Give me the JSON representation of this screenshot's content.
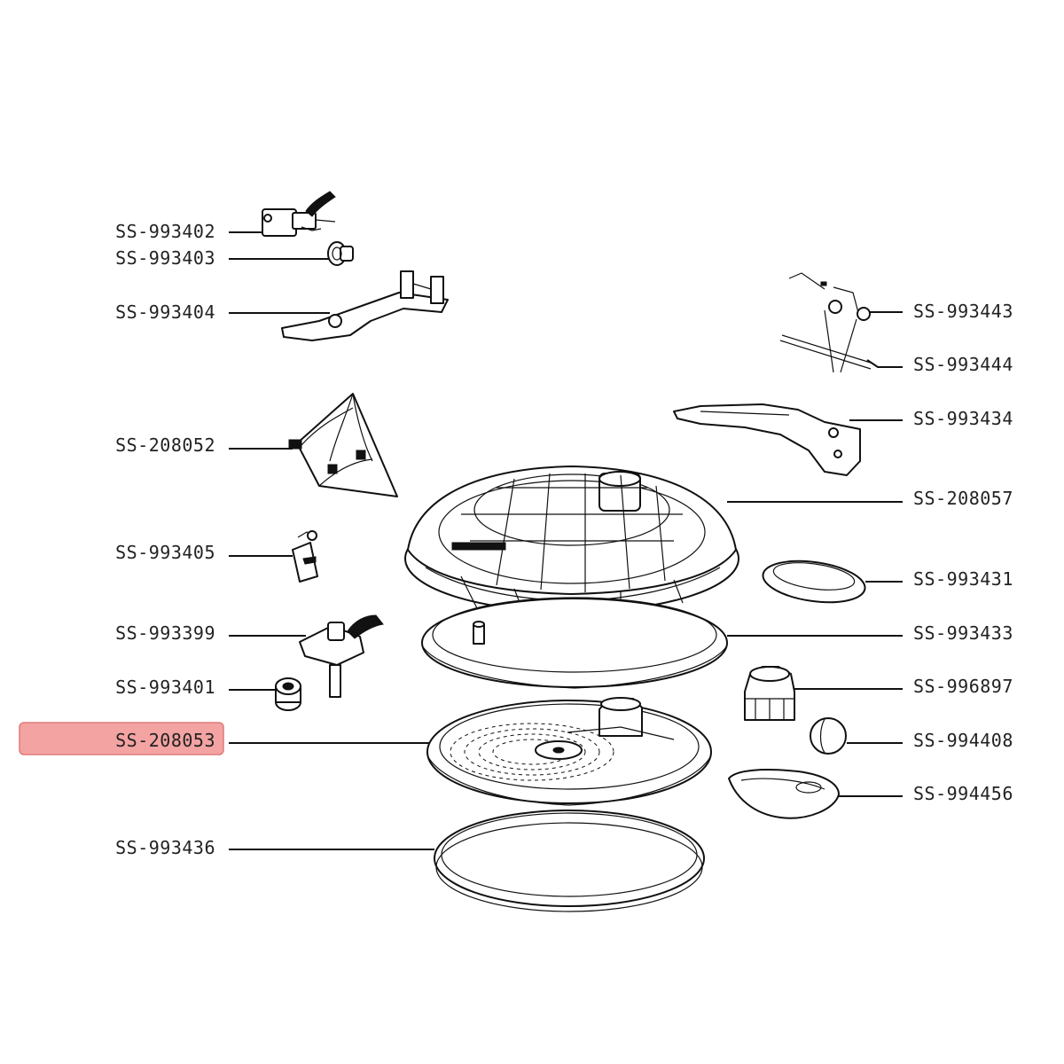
{
  "colors": {
    "highlight": "#f4a3a3",
    "ink": "#111111",
    "background": "#ffffff"
  },
  "highlighted_part": "SS-208053",
  "labels": {
    "left": [
      "SS-993402",
      "SS-993403",
      "SS-993404",
      "SS-208052",
      "SS-993405",
      "SS-993399",
      "SS-993401",
      "SS-208053",
      "SS-993436"
    ],
    "right": [
      "SS-993443",
      "SS-993444",
      "SS-993434",
      "SS-208057",
      "SS-993431",
      "SS-993433",
      "SS-996897",
      "SS-994408",
      "SS-994456"
    ]
  }
}
